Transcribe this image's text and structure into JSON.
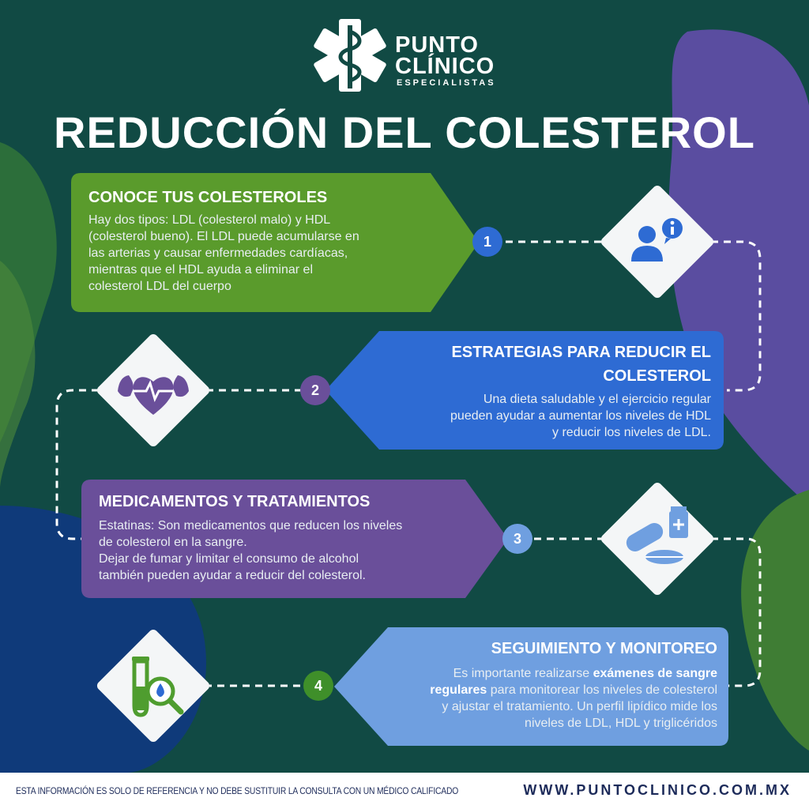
{
  "header": {
    "brand_line1": "PUNTO",
    "brand_line2": "CLÍNICO",
    "brand_sub": "ESPECIALISTAS",
    "title": "REDUCCIÓN DEL COLESTEROL"
  },
  "steps": [
    {
      "number": "1",
      "title": "CONOCE TUS COLESTEROLES",
      "body_lines": [
        "Hay dos tipos: LDL (colesterol malo) y HDL",
        "(colesterol bueno). El LDL puede acumularse en",
        "las arterias y causar enfermedades cardíacas,",
        "mientras que el HDL ayuda a eliminar el",
        "colesterol LDL del cuerpo"
      ],
      "icon": "user-info-icon",
      "color": "#5a9b2c"
    },
    {
      "number": "2",
      "title_line1": "ESTRATEGIAS PARA REDUCIR EL",
      "title_line2": "COLESTEROL",
      "body_lines": [
        "Una dieta saludable y el ejercicio regular",
        "pueden ayudar a aumentar los niveles de HDL",
        "y reducir los niveles de LDL."
      ],
      "icon": "strong-heart-icon",
      "color": "#2e6bd3"
    },
    {
      "number": "3",
      "title": "MEDICAMENTOS Y TRATAMIENTOS",
      "body_lines": [
        "Estatinas: Son medicamentos que reducen los niveles",
        "de colesterol en la sangre.",
        "Dejar de fumar y limitar el consumo de alcohol",
        "también pueden ayudar a reducir del colesterol."
      ],
      "icon": "pills-icon",
      "color": "#6a4f9a"
    },
    {
      "number": "4",
      "title": "SEGUIMIENTO Y MONITOREO",
      "body_line1_pre": "Es importante realizarse ",
      "body_line1_bold": "exámenes de sangre",
      "body_line2_bold": "regulares",
      "body_line2_post": " para monitorear los niveles de colesterol",
      "body_line3": "y ajustar el tratamiento. Un perfil lipídico mide los",
      "body_line4": "niveles de LDL, HDL y triglicéridos",
      "icon": "test-tube-search-icon",
      "color": "#6f9fe0"
    }
  ],
  "footer": {
    "disclaimer": "ESTA INFORMACIÓN ES SOLO DE REFERENCIA Y NO DEBE SUSTITUIR LA CONSULTA CON UN MÉDICO CALIFICADO",
    "website": "WWW.PUNTOCLINICO.COM.MX"
  },
  "colors": {
    "background": "#114a44",
    "green": "#5a9b2c",
    "blue": "#2e6bd3",
    "purple": "#6a4f9a",
    "light_blue": "#6f9fe0",
    "footer_text": "#1d2b5a"
  }
}
